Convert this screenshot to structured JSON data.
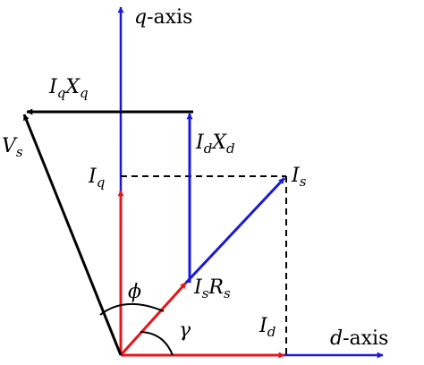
{
  "colors": {
    "red": "#e8141c",
    "blue": "#1a1ad6",
    "black": "#000000"
  },
  "labels": {
    "q_axis": {
      "var": "q",
      "text": "-axis"
    },
    "d_axis": {
      "var": "d",
      "text": "-axis"
    },
    "IqXq": {
      "a": "I",
      "as": "q",
      "b": "X",
      "bs": "q"
    },
    "IdXd": {
      "a": "I",
      "as": "d",
      "b": "X",
      "bs": "d"
    },
    "Vs": {
      "a": "V",
      "as": "s"
    },
    "Iq": {
      "a": "I",
      "as": "q"
    },
    "Is": {
      "a": "I",
      "as": "s"
    },
    "IsRs": {
      "a": "I",
      "as": "s",
      "b": "R",
      "bs": "s"
    },
    "Id": {
      "a": "I",
      "as": "d"
    },
    "phi": "ϕ",
    "gamma": "γ"
  }
}
